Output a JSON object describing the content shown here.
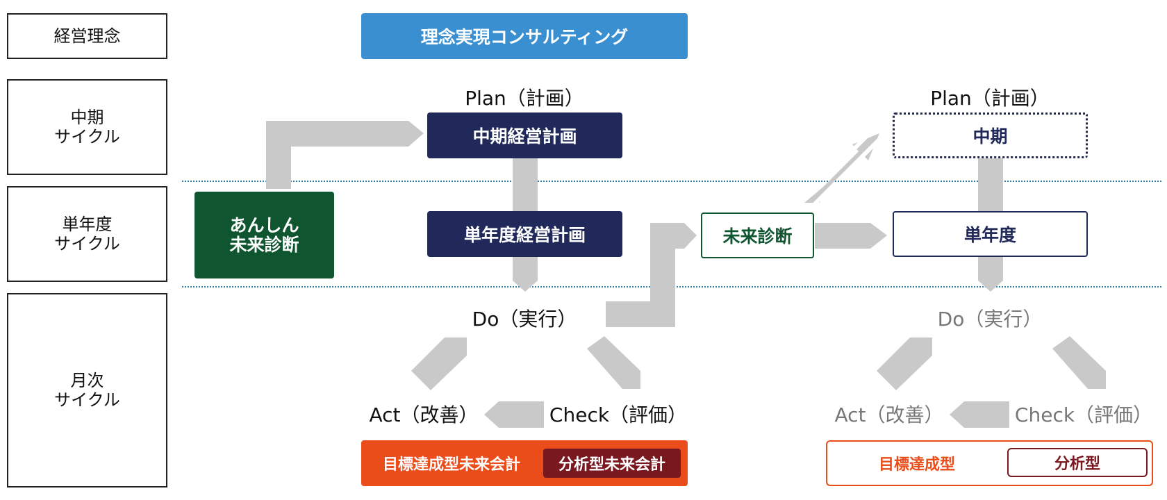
{
  "rows": {
    "philosophy": "経営理念",
    "mid_cycle": "中期\nサイクル",
    "annual_cycle": "単年度\nサイクル",
    "monthly_cycle": "月次\nサイクル"
  },
  "consulting": "理念実現コンサルティング",
  "anshin": "あんしん\n未来診断",
  "left_cycle": {
    "plan": "Plan（計画）",
    "mid_plan": "中期経営計画",
    "annual_plan": "単年度経営計画",
    "do": "Do（実行）",
    "act": "Act（改善）",
    "check": "Check（評価）",
    "goal_type": "目標達成型未来会計",
    "analysis_type": "分析型未来会計"
  },
  "future_diagnosis": "未来診断",
  "right_cycle": {
    "plan": "Plan（計画）",
    "mid": "中期",
    "annual": "単年度",
    "do": "Do（実行）",
    "act": "Act（改善）",
    "check": "Check（評価）",
    "goal_type": "目標達成型",
    "analysis_type": "分析型"
  },
  "colors": {
    "navy": "#20295a",
    "green": "#0f5530",
    "blue": "#3a8fd0",
    "orange": "#ea4c1a",
    "maroon": "#7a1820",
    "arrow_gray": "#c9c9c9",
    "divider_blue": "#2f7fb0"
  }
}
